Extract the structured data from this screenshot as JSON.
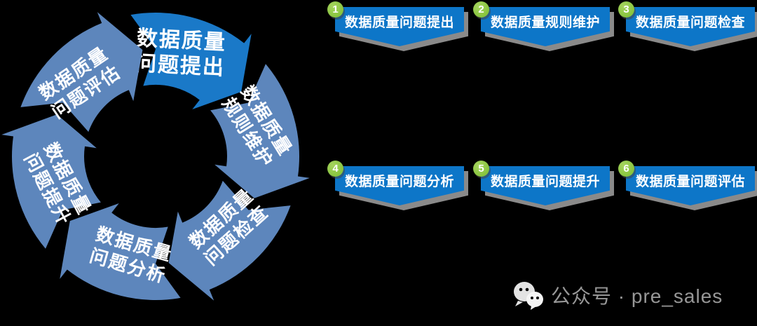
{
  "colors": {
    "background": "#000000",
    "cycle_highlight": "#1a79c8",
    "cycle_normal": "#5d86bc",
    "banner_blue": "#0d76c8",
    "badge_green": "#8dc63f",
    "shadow_gray": "#8a8a8a",
    "text_white": "#ffffff",
    "watermark_gray": "#979797"
  },
  "cycle": {
    "segments": [
      {
        "line1": "数据质量",
        "line2": "问题提出",
        "highlight": true
      },
      {
        "line1": "数据质量",
        "line2": "规则维护",
        "highlight": false
      },
      {
        "line1": "数据质量",
        "line2": "问题检查",
        "highlight": false
      },
      {
        "line1": "数据质量",
        "line2": "问题分析",
        "highlight": false
      },
      {
        "line1": "数据质量",
        "line2": "问题提升",
        "highlight": false
      },
      {
        "line1": "数据质量",
        "line2": "问题评估",
        "highlight": false
      }
    ]
  },
  "steps": [
    {
      "number": "1",
      "label": "数据质量问题提出"
    },
    {
      "number": "2",
      "label": "数据质量规则维护"
    },
    {
      "number": "3",
      "label": "数据质量问题检查"
    },
    {
      "number": "4",
      "label": "数据质量问题分析"
    },
    {
      "number": "5",
      "label": "数据质量问题提升"
    },
    {
      "number": "6",
      "label": "数据质量问题评估"
    }
  ],
  "watermark": {
    "icon": "wechat-icon",
    "text": "公众号 · pre_sales"
  }
}
